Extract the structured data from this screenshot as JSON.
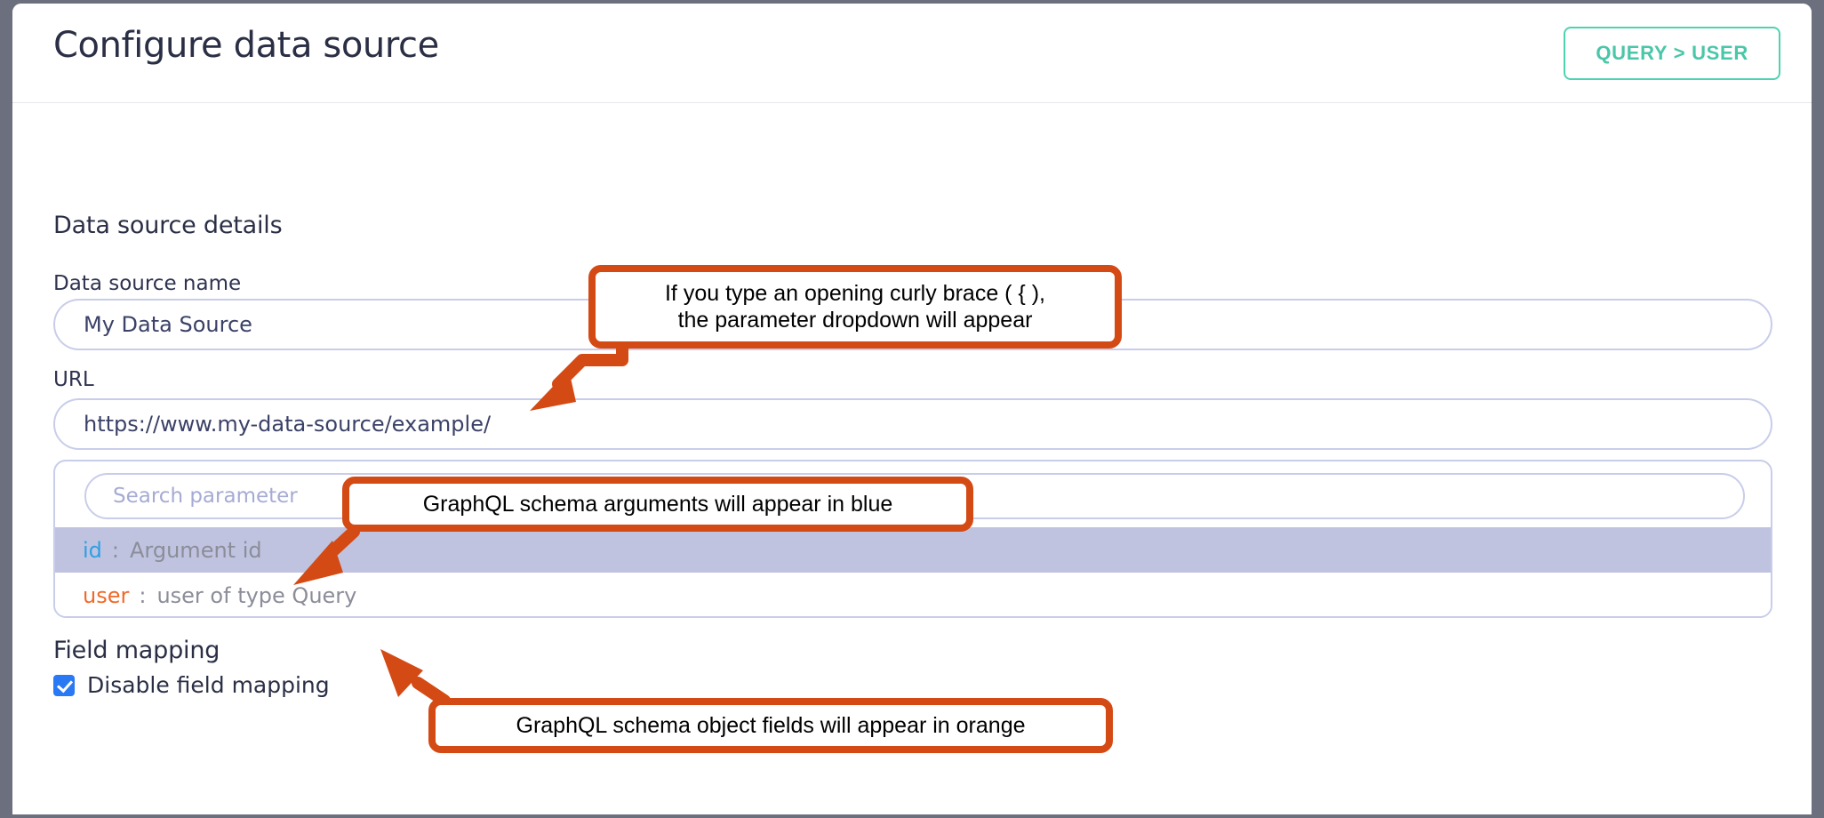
{
  "window": {
    "frame_color": "#6c6f7e",
    "background": "#ffffff"
  },
  "header": {
    "title": "Configure data source",
    "action_button": {
      "label": "QUERY > USER",
      "border_color": "#4ed3b0",
      "text_color": "#4ac6a8"
    }
  },
  "sections": {
    "data_source_details": {
      "title": "Data source details",
      "fields": [
        {
          "label": "Data source name",
          "value": "My Data Source",
          "placeholder": "My Data Source"
        },
        {
          "label": "URL",
          "value": "https://www.my-data-source/example/",
          "placeholder": "https://www.my-data-source/example/"
        }
      ]
    },
    "field_mapping": {
      "title": "Field mapping",
      "checkbox": {
        "label": "Disable field mapping",
        "checked": true,
        "color": "#2979f5"
      }
    }
  },
  "parameter_dropdown": {
    "search": {
      "value": "",
      "placeholder": "Search parameter"
    },
    "rows": [
      {
        "key": "id",
        "separator": ":",
        "description": "Argument id",
        "key_color": "#2f9fe3",
        "key_type": "argument",
        "highlighted": true
      },
      {
        "key": "user",
        "separator": ":",
        "description": "user of type Query",
        "key_color": "#ef6a2a",
        "key_type": "object-field",
        "highlighted": false
      }
    ]
  },
  "annotations": {
    "accent_color": "#d44a14",
    "callouts": [
      {
        "id": "curly-brace",
        "line1": "If you type an opening curly brace ( { ),",
        "line2": "the parameter dropdown will appear",
        "points_to": "url-input"
      },
      {
        "id": "arguments-blue",
        "line1": "GraphQL schema arguments will appear in blue",
        "line2": "",
        "points_to": "param-row-id"
      },
      {
        "id": "object-fields-orange",
        "line1": "GraphQL schema object fields will appear in orange",
        "line2": "",
        "points_to": "param-row-user"
      }
    ]
  }
}
